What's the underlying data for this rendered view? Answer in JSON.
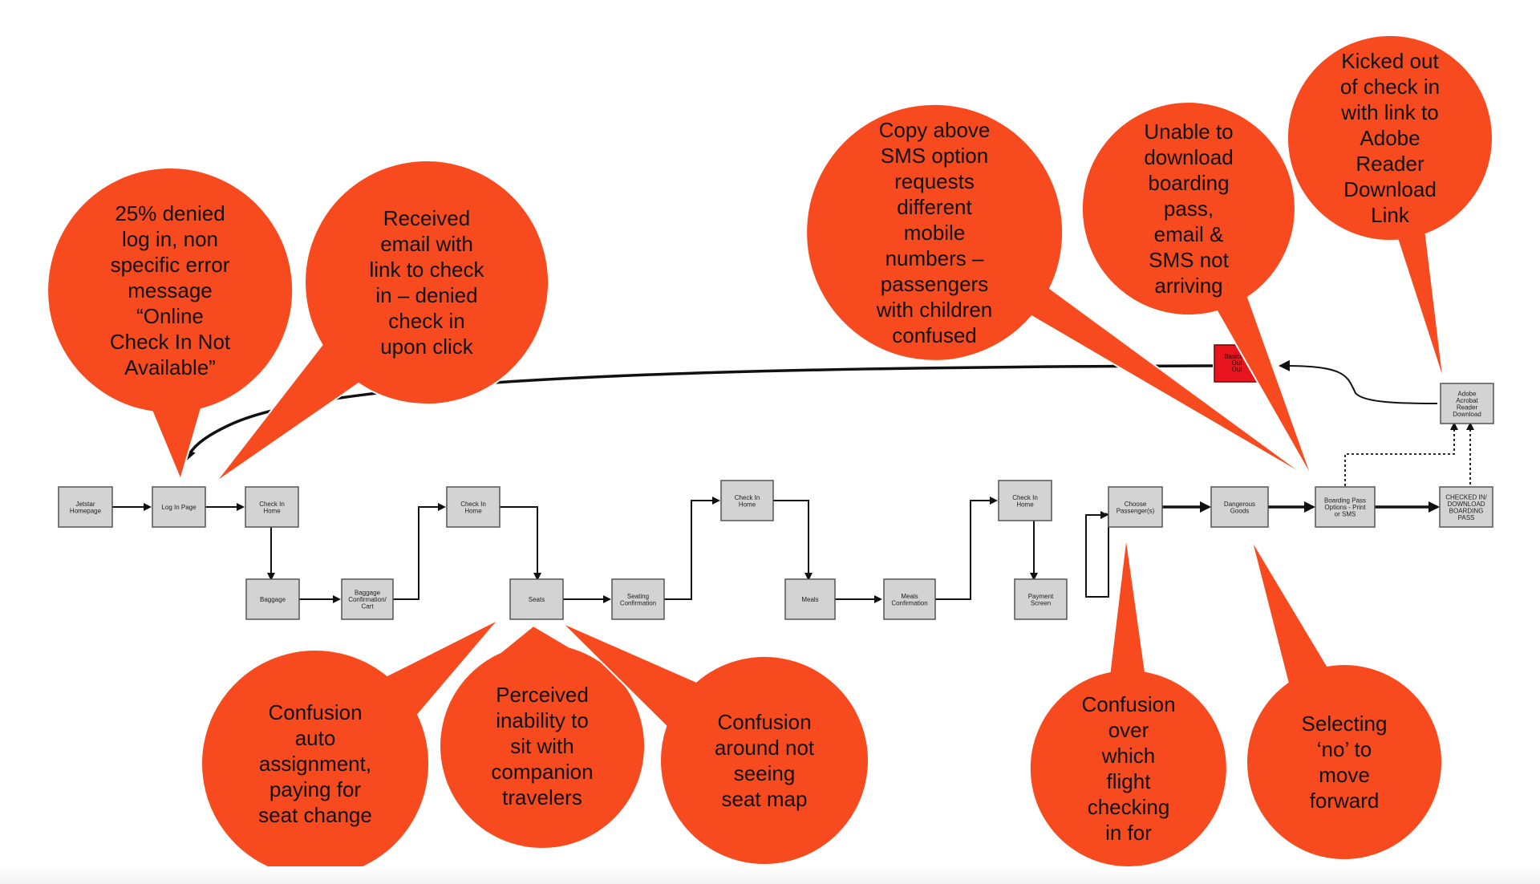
{
  "flow_nodes": [
    {
      "id": "n1",
      "lines": [
        "Jetstar",
        "Homepage"
      ]
    },
    {
      "id": "n2",
      "lines": [
        "Log In Page"
      ]
    },
    {
      "id": "n3",
      "lines": [
        "Check In",
        "Home"
      ]
    },
    {
      "id": "n4",
      "lines": [
        "Baggage"
      ]
    },
    {
      "id": "n5",
      "lines": [
        "Baggage",
        "Confirmation/",
        "Cart"
      ]
    },
    {
      "id": "n6",
      "lines": [
        "Check In",
        "Home"
      ]
    },
    {
      "id": "n7",
      "lines": [
        "Seats"
      ]
    },
    {
      "id": "n8",
      "lines": [
        "Seating",
        "Confirmation"
      ]
    },
    {
      "id": "n9",
      "lines": [
        "Check In",
        "Home"
      ]
    },
    {
      "id": "n10",
      "lines": [
        "Meals"
      ]
    },
    {
      "id": "n11",
      "lines": [
        "Meals",
        "Confirmation"
      ]
    },
    {
      "id": "n12",
      "lines": [
        "Check In",
        "Home"
      ]
    },
    {
      "id": "n13",
      "lines": [
        "Payment",
        "Screen"
      ]
    },
    {
      "id": "n14",
      "lines": [
        "Choose",
        "Passenger(s)"
      ]
    },
    {
      "id": "n15",
      "lines": [
        "Dangerous",
        "Goods"
      ]
    },
    {
      "id": "n16",
      "lines": [
        "Boarding Pass",
        "Options - Print",
        "or SMS"
      ]
    },
    {
      "id": "n17",
      "lines": [
        "CHECKED IN/",
        "DOWNLOAD",
        "BOARDING",
        "PASS"
      ]
    },
    {
      "id": "n18",
      "lines": [
        "Adobe",
        "Acrobat",
        "Reader",
        "Download"
      ]
    }
  ],
  "kicked_out_node": {
    "lines": [
      "Basically",
      "Out",
      "Out"
    ]
  },
  "pain_points": [
    {
      "id": "b1",
      "lines": [
        "25%  denied",
        "log in, non",
        "specific error",
        "message",
        "“Online",
        "Check In Not",
        "Available”"
      ]
    },
    {
      "id": "b2",
      "lines": [
        "Received",
        "email with",
        "link to check",
        "in – denied",
        "check in",
        "upon click"
      ]
    },
    {
      "id": "b3",
      "lines": [
        "Copy above",
        "SMS option",
        "requests",
        "different",
        "mobile",
        "numbers –",
        "passengers",
        "with children",
        "confused"
      ]
    },
    {
      "id": "b4",
      "lines": [
        "Unable to",
        "download",
        "boarding",
        "pass,",
        "email &",
        "SMS not",
        "arriving"
      ]
    },
    {
      "id": "b5",
      "lines": [
        "Kicked out",
        "of check in",
        "with link to",
        "Adobe",
        "Reader",
        "Download",
        "Link"
      ]
    },
    {
      "id": "b6",
      "lines": [
        "Confusion",
        "auto",
        "assignment,",
        "paying for",
        "seat change"
      ]
    },
    {
      "id": "b7",
      "lines": [
        "Perceived",
        "inability to",
        "sit with",
        "companion",
        "travelers"
      ]
    },
    {
      "id": "b8",
      "lines": [
        "Confusion",
        "around not",
        "seeing",
        "seat map"
      ]
    },
    {
      "id": "b9",
      "lines": [
        "Confusion",
        "over",
        "which",
        "flight",
        "checking",
        "in for"
      ]
    },
    {
      "id": "b10",
      "lines": [
        "Selecting",
        "‘no’ to",
        "move",
        "forward"
      ]
    }
  ],
  "colors": {
    "bubble": "#f84a1f",
    "node": "#d3d3d3",
    "warning": "#e8141e",
    "line": "#111111"
  }
}
